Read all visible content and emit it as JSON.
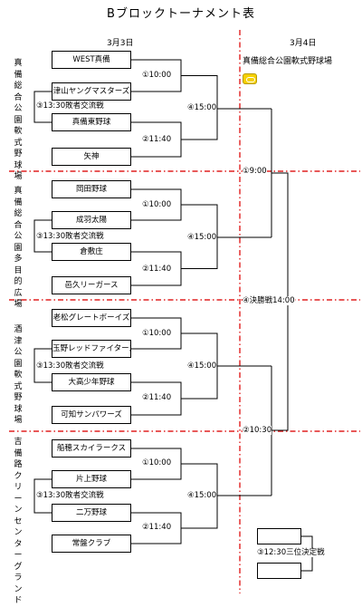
{
  "title": "Bブロックトーナメント表",
  "dates": {
    "day1": "3月3日",
    "day2": "3月4日"
  },
  "right_venue": "真備総合公園軟式野球場",
  "venues": [
    "真備総合公園軟式野球場",
    "真備総合公園多目的広場",
    "酒津公園軟式野球場",
    "吉備路クリーンセンターグランド"
  ],
  "groups": [
    {
      "teams": [
        "WEST真備",
        "津山ヤングマスターズ",
        "真備東野球",
        "矢神"
      ],
      "g1": "①10:00",
      "cons": "③13:30敗者交流戦",
      "g2": "②11:40",
      "semi": "④15:00"
    },
    {
      "teams": [
        "岡田野球",
        "成羽太陽",
        "倉敷庄",
        "邑久リーガース"
      ],
      "g1": "①10:00",
      "cons": "③13:30敗者交流戦",
      "g2": "②11:40",
      "semi": "④15:00"
    },
    {
      "teams": [
        "老松グレートボーイズ",
        "玉野レッドファイターズ",
        "大高少年野球",
        "可知サンパワーズ"
      ],
      "g1": "①10:00",
      "cons": "③13:30敗者交流戦",
      "g2": "②11:40",
      "semi": "④15:00"
    },
    {
      "teams": [
        "船穂スカイラークス",
        "片上野球",
        "二万野球",
        "常盤クラブ"
      ],
      "g1": "①10:00",
      "cons": "③13:30敗者交流戦",
      "g2": "②11:40",
      "semi": "④15:00"
    }
  ],
  "day2_games": {
    "top": "①9:00",
    "final": "④決勝戦14:00",
    "bottom": "②10:30",
    "third": "③12:30三位決定戦"
  },
  "colors": {
    "divider": "#e02020",
    "chat_icon": "#f5d000"
  }
}
